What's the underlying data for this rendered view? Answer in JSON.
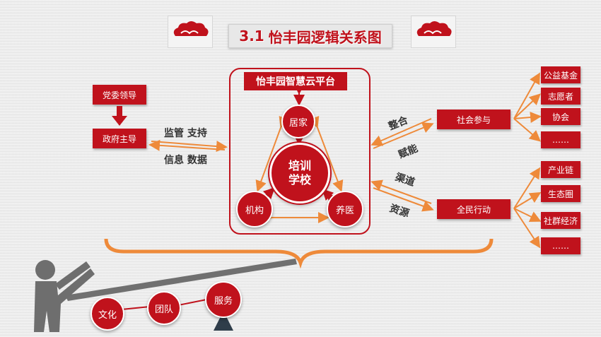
{
  "title": {
    "number": "3.1",
    "text": "怡丰园逻辑关系图"
  },
  "left": {
    "top_box": "党委领导",
    "bottom_box": "政府主导",
    "arrow_top_label": "监管 支持",
    "arrow_bottom_label": "信息 数据"
  },
  "platform": {
    "title": "怡丰园智慧云平台",
    "node_top": "居家",
    "node_left": "机构",
    "node_right": "养医",
    "center_line1": "培训",
    "center_line2": "学校"
  },
  "middle_labels": {
    "integrate": "整合",
    "empower": "赋能",
    "channel": "渠道",
    "resource": "资源"
  },
  "right": {
    "social": {
      "label": "社会参与",
      "items": [
        "公益基金",
        "志愿者",
        "协会",
        "……"
      ]
    },
    "public": {
      "label": "全民行动",
      "items": [
        "产业链",
        "生态圈",
        "社群经济",
        "……"
      ]
    }
  },
  "bottom": {
    "circles": [
      "文化",
      "团队",
      "服务"
    ]
  },
  "colors": {
    "brand_red": "#c0121c",
    "arrow_orange": "#ee8a3a",
    "lever_gray": "#707070"
  }
}
